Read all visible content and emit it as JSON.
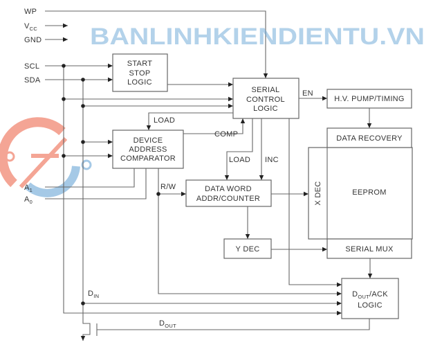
{
  "pins": {
    "wp": "WP",
    "vcc": "V",
    "vcc_sub": "CC",
    "gnd": "GND",
    "scl": "SCL",
    "sda": "SDA",
    "a1": "A",
    "a1_sub": "1",
    "a0": "A",
    "a0_sub": "0"
  },
  "blocks": {
    "start_stop": [
      "START",
      "STOP",
      "LOGIC"
    ],
    "serial_control": [
      "SERIAL",
      "CONTROL",
      "LOGIC"
    ],
    "hv_pump": "H.V.  PUMP/TIMING",
    "data_recovery": "DATA  RECOVERY",
    "device_address": [
      "DEVICE",
      "ADDRESS",
      "COMPARATOR"
    ],
    "data_word": [
      "DATA  WORD",
      "ADDR/COUNTER"
    ],
    "x_dec": "X  DEC",
    "eeprom": "EEPROM",
    "y_dec": "Y  DEC",
    "serial_mux": "SERIAL  MUX",
    "dout_ack": {
      "main": "D",
      "sub": "OUT",
      "rest": "/ACK",
      "line2": "LOGIC"
    }
  },
  "signals": {
    "load_top": "LOAD",
    "comp": "COMP",
    "en": "EN",
    "load": "LOAD",
    "inc": "INC",
    "rw": "R/W",
    "din": "D",
    "din_sub": "IN",
    "dout": "D",
    "dout_sub": "OUT"
  },
  "watermark": "BANLINHKIENDIENTU.VN",
  "colors": {
    "line": "#666666",
    "watermark_blue": "#6aa6d6",
    "watermark_red": "#ee6b50"
  }
}
